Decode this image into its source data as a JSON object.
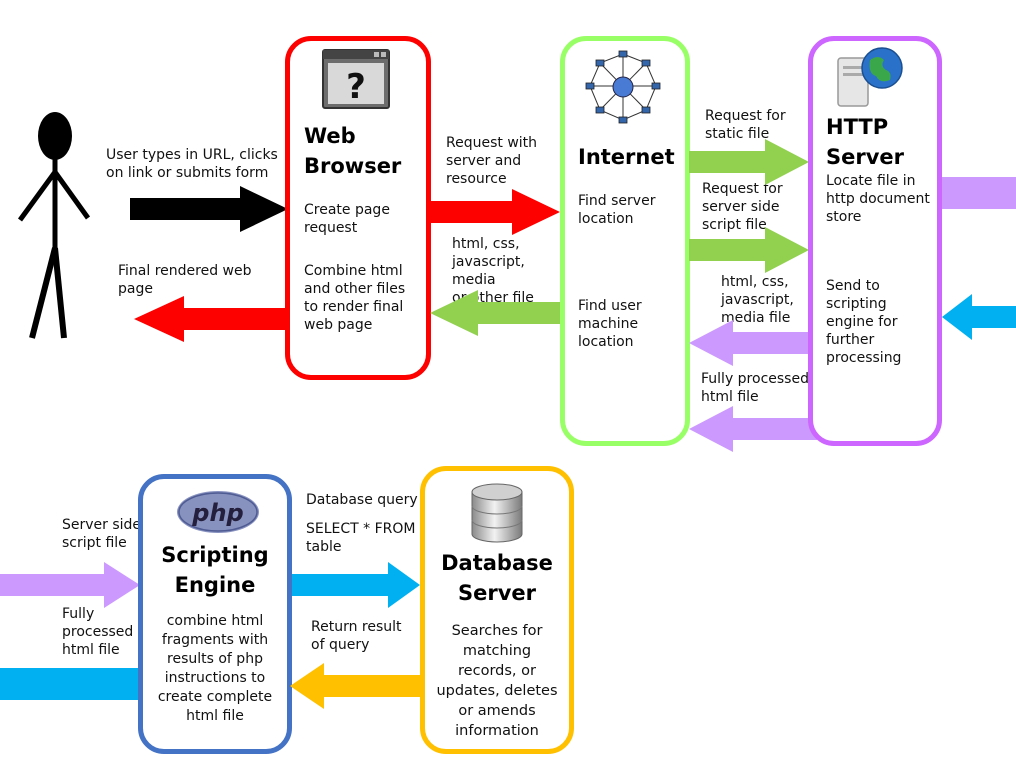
{
  "colors": {
    "red": "#fd0000",
    "green": "#92d050",
    "purple": "#cc99ff",
    "lightgreen": "#99ff66",
    "blue": "#00b0f0",
    "navy": "#4472c4",
    "yellow": "#ffc000",
    "black": "#000000"
  },
  "user": {
    "action": "User types in URL, clicks on link or submits form",
    "result": "Final rendered web page"
  },
  "browser": {
    "title": "Web\nBrowser",
    "step1": "Create page\nrequest",
    "step2": "Combine html\nand other files\nto render final\nweb page",
    "icon": "question-window-icon"
  },
  "browser_to_internet": {
    "request": "Request with\nserver and\nresource",
    "response": "html, css,\njavascript, media\nor other file"
  },
  "internet": {
    "title": "Internet",
    "step1": "Find server\nlocation",
    "step2": "Find user\nmachine\nlocation",
    "icon": "network-icon"
  },
  "internet_to_http": {
    "static": "Request for\nstatic file",
    "script": "Request for\nserver side\nscript file",
    "media": "html, css,\njavascript,\nmedia file",
    "processed": "Fully processed\nhtml file"
  },
  "http_server": {
    "title": "HTTP\nServer",
    "step1": "Locate file in\nhttp document\nstore",
    "step2": "Send to\nscripting\nengine for\nfurther\nprocessing",
    "icon": "web-server-icon"
  },
  "scripting_in": {
    "script": "Server side\nscript file",
    "processed": "Fully\nprocessed\nhtml file"
  },
  "scripting_engine": {
    "logo": "php",
    "title": "Scripting\nEngine",
    "desc": "combine html\nfragments with\nresults of php\ninstructions to\ncreate complete\nhtml file"
  },
  "db_link": {
    "query": "Database query",
    "sql": "SELECT  * FROM\ntable",
    "result": "Return result\nof query"
  },
  "database": {
    "title": "Database\nServer",
    "desc": "Searches for\nmatching\nrecords, or\nupdates, deletes\nor amends\ninformation",
    "icon": "database-icon"
  }
}
